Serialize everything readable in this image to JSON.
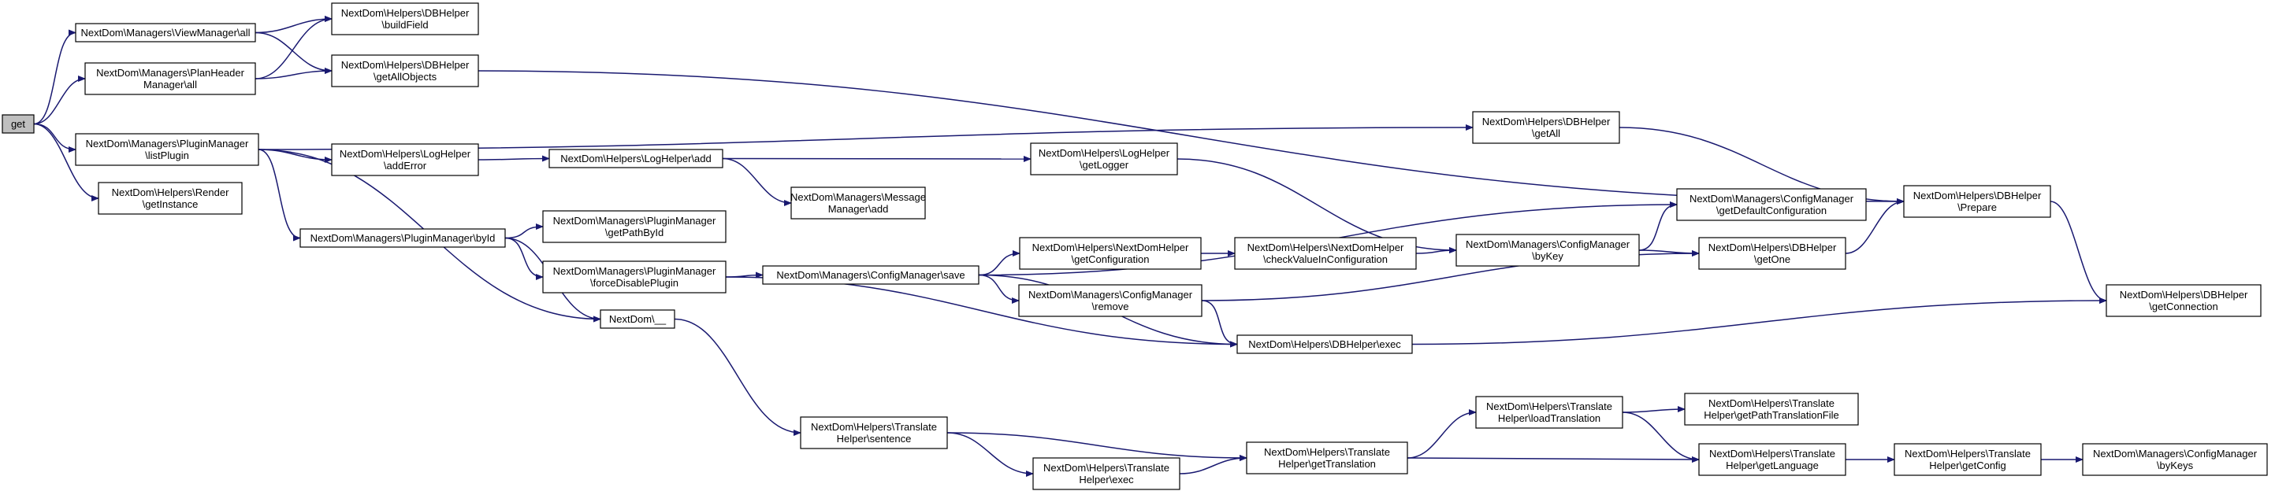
{
  "colors": {
    "edge": "#191970",
    "node_border": "#000000",
    "root_fill": "#bfbfbf",
    "node_fill": "#ffffff"
  },
  "nodes": {
    "get": [
      "get"
    ],
    "viewmanager_all": [
      "NextDom\\Managers\\ViewManager\\all"
    ],
    "planheader_all": [
      "NextDom\\Managers\\PlanHeader",
      "Manager\\all"
    ],
    "pluginmanager_listplugin": [
      "NextDom\\Managers\\PluginManager",
      "\\listPlugin"
    ],
    "render_getinstance": [
      "NextDom\\Helpers\\Render",
      "\\getInstance"
    ],
    "dbhelper_buildfield": [
      "NextDom\\Helpers\\DBHelper",
      "\\buildField"
    ],
    "dbhelper_getallobjects": [
      "NextDom\\Helpers\\DBHelper",
      "\\getAllObjects"
    ],
    "loghelper_adderror": [
      "NextDom\\Helpers\\LogHelper",
      "\\addError"
    ],
    "pluginmanager_byid": [
      "NextDom\\Managers\\PluginManager\\byId"
    ],
    "pluginmanager_getpathbyid": [
      "NextDom\\Managers\\PluginManager",
      "\\getPathById"
    ],
    "pluginmanager_forcedisableplugin": [
      "NextDom\\Managers\\PluginManager",
      "\\forceDisablePlugin"
    ],
    "nextdom_underscore": [
      "NextDom\\__"
    ],
    "loghelper_add": [
      "NextDom\\Helpers\\LogHelper\\add"
    ],
    "messagemanager_add": [
      "NextDom\\Managers\\Message",
      "Manager\\add"
    ],
    "configmanager_save": [
      "NextDom\\Managers\\ConfigManager\\save"
    ],
    "dbhelper_getall": [
      "NextDom\\Helpers\\DBHelper",
      "\\getAll"
    ],
    "loghelper_getlogger": [
      "NextDom\\Helpers\\LogHelper",
      "\\getLogger"
    ],
    "nextdomhelper_getconfiguration": [
      "NextDom\\Helpers\\NextDomHelper",
      "\\getConfiguration"
    ],
    "configmanager_remove": [
      "NextDom\\Managers\\ConfigManager",
      "\\remove"
    ],
    "nextdomhelper_checkvalueinconfiguration": [
      "NextDom\\Helpers\\NextDomHelper",
      "\\checkValueInConfiguration"
    ],
    "configmanager_bykey": [
      "NextDom\\Managers\\ConfigManager",
      "\\byKey"
    ],
    "configmanager_getdefaultconfiguration": [
      "NextDom\\Managers\\ConfigManager",
      "\\getDefaultConfiguration"
    ],
    "dbhelper_getone": [
      "NextDom\\Helpers\\DBHelper",
      "\\getOne"
    ],
    "dbhelper_exec": [
      "NextDom\\Helpers\\DBHelper\\exec"
    ],
    "dbhelper_prepare": [
      "NextDom\\Helpers\\DBHelper",
      "\\Prepare"
    ],
    "dbhelper_getconnection": [
      "NextDom\\Helpers\\DBHelper",
      "\\getConnection"
    ],
    "translatehelper_sentence": [
      "NextDom\\Helpers\\Translate",
      "Helper\\sentence"
    ],
    "translatehelper_exec": [
      "NextDom\\Helpers\\Translate",
      "Helper\\exec"
    ],
    "translatehelper_gettranslation": [
      "NextDom\\Helpers\\Translate",
      "Helper\\getTranslation"
    ],
    "translatehelper_loadtranslation": [
      "NextDom\\Helpers\\Translate",
      "Helper\\loadTranslation"
    ],
    "translatehelper_getpathtranslationfile": [
      "NextDom\\Helpers\\Translate",
      "Helper\\getPathTranslationFile"
    ],
    "translatehelper_getlanguage": [
      "NextDom\\Helpers\\Translate",
      "Helper\\getLanguage"
    ],
    "translatehelper_getconfig": [
      "NextDom\\Helpers\\Translate",
      "Helper\\getConfig"
    ],
    "configmanager_bykeys": [
      "NextDom\\Managers\\ConfigManager",
      "\\byKeys"
    ]
  },
  "edges": [
    [
      "get",
      "viewmanager_all"
    ],
    [
      "get",
      "planheader_all"
    ],
    [
      "get",
      "pluginmanager_listplugin"
    ],
    [
      "get",
      "render_getinstance"
    ],
    [
      "viewmanager_all",
      "dbhelper_buildfield"
    ],
    [
      "viewmanager_all",
      "dbhelper_getallobjects"
    ],
    [
      "planheader_all",
      "dbhelper_buildfield"
    ],
    [
      "planheader_all",
      "dbhelper_getallobjects"
    ],
    [
      "dbhelper_getallobjects",
      "dbhelper_prepare"
    ],
    [
      "pluginmanager_listplugin",
      "dbhelper_getall"
    ],
    [
      "pluginmanager_listplugin",
      "loghelper_adderror"
    ],
    [
      "pluginmanager_listplugin",
      "pluginmanager_byid"
    ],
    [
      "pluginmanager_listplugin",
      "nextdom_underscore"
    ],
    [
      "loghelper_adderror",
      "loghelper_add"
    ],
    [
      "loghelper_add",
      "loghelper_getlogger"
    ],
    [
      "loghelper_add",
      "messagemanager_add"
    ],
    [
      "loghelper_getlogger",
      "configmanager_bykey"
    ],
    [
      "dbhelper_getall",
      "dbhelper_prepare"
    ],
    [
      "pluginmanager_byid",
      "pluginmanager_getpathbyid"
    ],
    [
      "pluginmanager_byid",
      "pluginmanager_forcedisableplugin"
    ],
    [
      "pluginmanager_byid",
      "nextdom_underscore"
    ],
    [
      "pluginmanager_forcedisableplugin",
      "configmanager_save"
    ],
    [
      "pluginmanager_forcedisableplugin",
      "dbhelper_exec"
    ],
    [
      "configmanager_save",
      "configmanager_getdefaultconfiguration"
    ],
    [
      "configmanager_save",
      "nextdomhelper_getconfiguration"
    ],
    [
      "configmanager_save",
      "configmanager_remove"
    ],
    [
      "configmanager_save",
      "dbhelper_exec"
    ],
    [
      "nextdomhelper_getconfiguration",
      "nextdomhelper_checkvalueinconfiguration"
    ],
    [
      "nextdomhelper_checkvalueinconfiguration",
      "configmanager_bykey"
    ],
    [
      "configmanager_bykey",
      "configmanager_getdefaultconfiguration"
    ],
    [
      "configmanager_bykey",
      "dbhelper_getone"
    ],
    [
      "configmanager_remove",
      "dbhelper_getone"
    ],
    [
      "configmanager_remove",
      "dbhelper_exec"
    ],
    [
      "dbhelper_getone",
      "dbhelper_prepare"
    ],
    [
      "dbhelper_prepare",
      "dbhelper_getconnection"
    ],
    [
      "dbhelper_exec",
      "dbhelper_getconnection"
    ],
    [
      "nextdom_underscore",
      "translatehelper_sentence"
    ],
    [
      "translatehelper_sentence",
      "translatehelper_gettranslation"
    ],
    [
      "translatehelper_sentence",
      "translatehelper_exec"
    ],
    [
      "translatehelper_exec",
      "translatehelper_gettranslation"
    ],
    [
      "translatehelper_gettranslation",
      "translatehelper_loadtranslation"
    ],
    [
      "translatehelper_gettranslation",
      "translatehelper_getlanguage"
    ],
    [
      "translatehelper_loadtranslation",
      "translatehelper_getpathtranslationfile"
    ],
    [
      "translatehelper_loadtranslation",
      "translatehelper_getlanguage"
    ],
    [
      "translatehelper_getlanguage",
      "translatehelper_getconfig"
    ],
    [
      "translatehelper_getconfig",
      "configmanager_bykeys"
    ]
  ]
}
